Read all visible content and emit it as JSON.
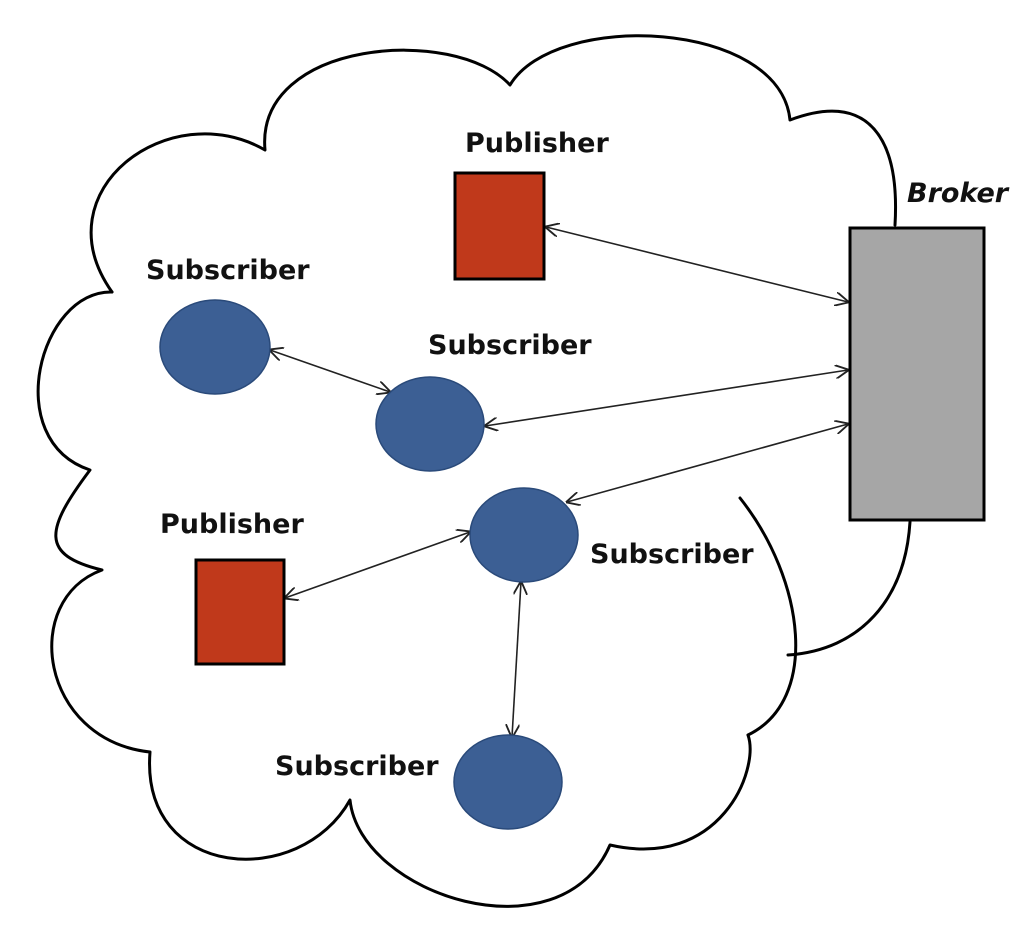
{
  "colors": {
    "publisher_fill": "#c0391b",
    "subscriber_fill": "#3c5f94",
    "broker_fill": "#a6a6a6",
    "outline": "#000000"
  },
  "labels": {
    "publisher_top": "Publisher",
    "broker": "Broker",
    "subscriber_left": "Subscriber",
    "subscriber_mid": "Subscriber",
    "publisher_left": "Publisher",
    "subscriber_center": "Subscriber",
    "subscriber_bottom": "Subscriber"
  }
}
